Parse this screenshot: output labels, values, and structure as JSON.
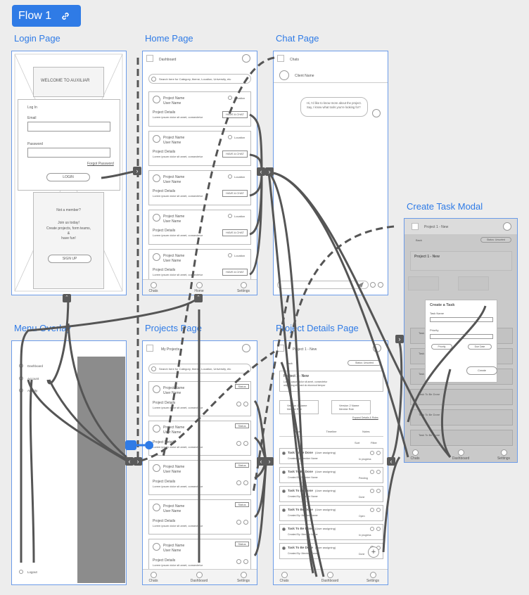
{
  "flow": {
    "label": "Flow 1"
  },
  "pages": {
    "login": {
      "title": "Login Page",
      "welcome": "WELCOME TO AUXILIAR",
      "login_label": "Log In",
      "email_label": "Email",
      "password_label": "Password",
      "forgot": "Forgot Password",
      "login_btn": "LOGIN",
      "not_member": "Not a member?",
      "join_1": "Join us today!",
      "join_2": "Create projects, form teams,",
      "join_3": "&",
      "join_4": "have fun!",
      "signup_btn": "SIGN UP"
    },
    "home": {
      "title": "Home Page",
      "header": "Dashboard",
      "search_placeholder": "Search here for Category, theme, Location, University, etc",
      "cards": [
        {
          "name": "Project Name",
          "user": "User Name",
          "loc": "Location",
          "details": "Project Details",
          "desc": "Lorem ipsum dolor sit amet, consectetur",
          "btn": "HAVE A CHAT"
        },
        {
          "name": "Project Name",
          "user": "User Name",
          "loc": "Location",
          "details": "Project Details",
          "desc": "Lorem ipsum dolor sit amet, consectetur",
          "btn": "HAVE A CHAT"
        },
        {
          "name": "Project Name",
          "user": "User Name",
          "loc": "Location",
          "details": "Project Details",
          "desc": "Lorem ipsum dolor sit amet, consectetur",
          "btn": "HAVE A CHAT"
        },
        {
          "name": "Project Name",
          "user": "User Name",
          "loc": "Location",
          "details": "Project Details",
          "desc": "Lorem ipsum dolor sit amet, consectetur",
          "btn": "HAVE A CHAT"
        },
        {
          "name": "Project Name",
          "user": "User Name",
          "loc": "Location",
          "details": "Project Details",
          "desc": "Lorem ipsum dolor sit amet, consectetur",
          "btn": "HAVE A CHAT"
        }
      ],
      "nav": [
        "Chats",
        "Home",
        "Settings"
      ]
    },
    "chat": {
      "title": "Chat Page",
      "header": "Chats",
      "user": "Client Name",
      "bubble": "Hi, I'd like to know more about the project. Say, I know what tools you're looking for?"
    },
    "modal": {
      "title": "Create Task Modal",
      "header": "Project 1 - New",
      "back": "Back",
      "status": "Status: Unsorted",
      "proj": "Project 1 - New",
      "modal_title": "Create a Task",
      "task_name": "Task Name",
      "priority": "Priority",
      "prio_btn": "Priority",
      "date_btn": "Due Date",
      "create_btn": "Create",
      "rows": [
        "Task To Be Done",
        "Task To Be Done",
        "Task To Be Done",
        "Task To Be Done",
        "Task To Be Done",
        "Task To Be Done",
        "Task To Be Done"
      ],
      "nav": [
        "Chats",
        "Dashboard",
        "Settings"
      ]
    },
    "menu": {
      "title": "Menu Overlay",
      "items": [
        "Dashboard",
        "Account",
        "Activity"
      ],
      "logout": "Logout"
    },
    "projects": {
      "title": "Projects Page",
      "header": "My Projects",
      "search_placeholder": "Search here for Category, theme, Location, University, etc",
      "cards": [
        {
          "name": "Project Name",
          "user": "User Name",
          "details": "Project Details",
          "desc": "Lorem ipsum dolor sit amet, consectetur",
          "badge": "Status"
        },
        {
          "name": "Project Name",
          "user": "User Name",
          "details": "Project Details",
          "desc": "Lorem ipsum dolor sit amet, consectetur",
          "badge": "Status"
        },
        {
          "name": "Project Name",
          "user": "User Name",
          "details": "Project Details",
          "desc": "Lorem ipsum dolor sit amet, consectetur",
          "badge": "Status"
        },
        {
          "name": "Project Name",
          "user": "User Name",
          "details": "Project Details",
          "desc": "Lorem ipsum dolor sit amet, consectetur",
          "badge": "Status"
        },
        {
          "name": "Project Name",
          "user": "User Name",
          "details": "Project Details",
          "desc": "Lorem ipsum dolor sit amet, consectetur",
          "badge": "Status"
        }
      ],
      "nav": [
        "Chats",
        "Dashboard",
        "Settings"
      ]
    },
    "details": {
      "title": "Project Details Page",
      "header": "Project 1 - New",
      "back": "Back",
      "status": "Status: Unsorted",
      "proj": "Project 1 - New",
      "byline": "Lorem ipsum dolor sit amet, consectetur adipiscing elit, sed do eiusmod tempor",
      "versions": [
        "Version 1 Name",
        "Version 2 Name"
      ],
      "ver_sub": "Member Role",
      "expand": "Expand Details & Roles",
      "tabs": [
        "Tasks",
        "Timeline",
        "Notes"
      ],
      "sort": "Sort",
      "filter": "Filter",
      "task_title": "Task To Be Done",
      "task_assign": "(User assigning)",
      "task_meta": "Created By: Member Name",
      "task_status": [
        "In progress",
        "Pending",
        "Done",
        "Open",
        "In progress",
        "Done"
      ],
      "nav": [
        "Chats",
        "Dashboard",
        "Settings"
      ]
    }
  },
  "colors": {
    "accent": "#2f7be6",
    "wire": "#555555",
    "frame_border": "#6b9be8"
  }
}
